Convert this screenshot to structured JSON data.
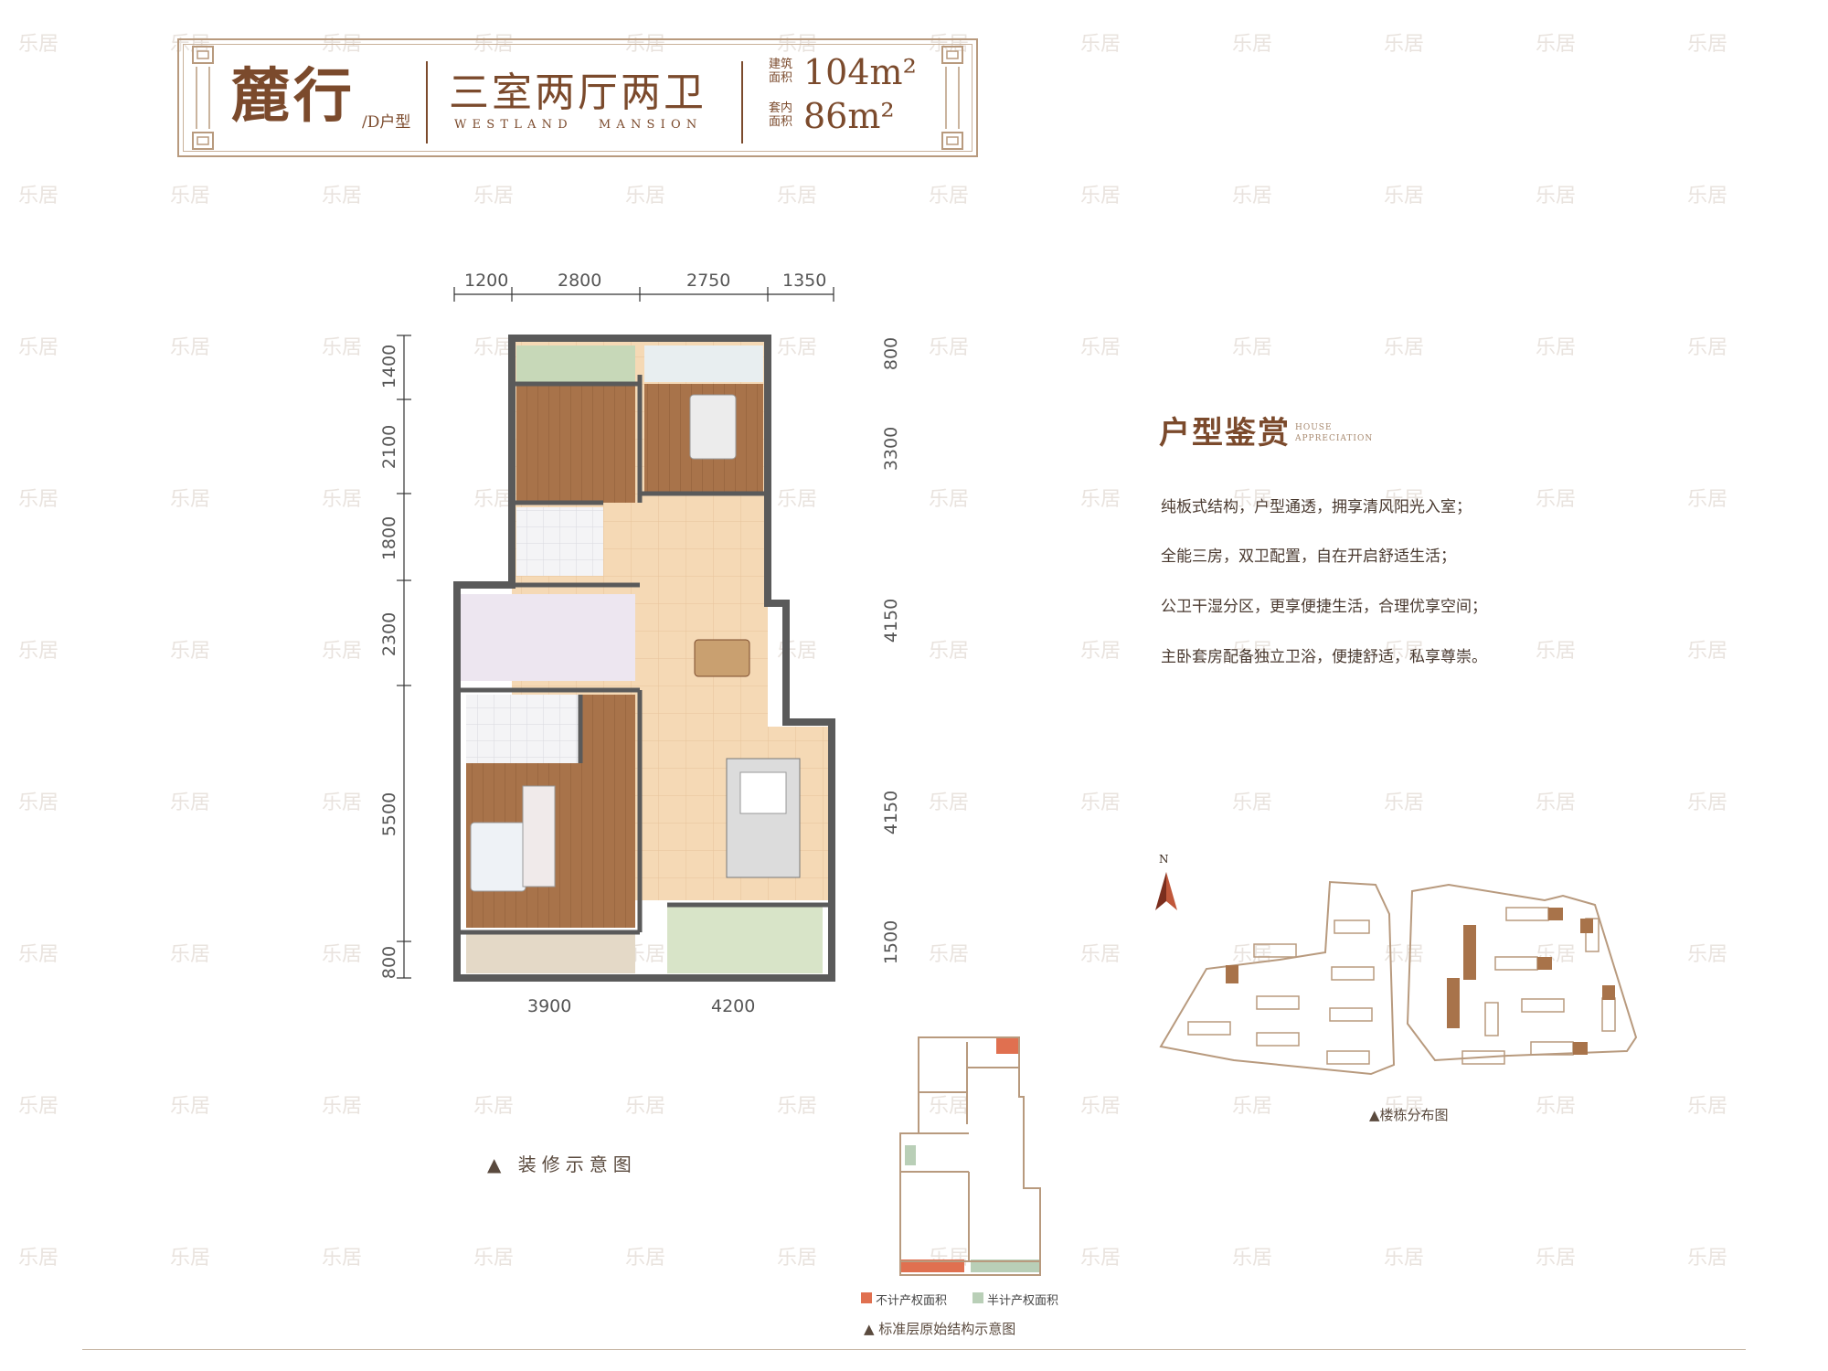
{
  "header": {
    "title": "麓行",
    "subtype": "/D户型",
    "layout": "三室两厅两卫",
    "project_en_1": "WESTLAND",
    "project_en_2": "MANSION",
    "gross_area_label": "建筑面积",
    "gross_area_value": "104m²",
    "net_area_label": "套内面积",
    "net_area_value": "86m²"
  },
  "dimensions": {
    "top": [
      "1200",
      "2800",
      "2750",
      "1350"
    ],
    "bottom": [
      "3900",
      "4200"
    ],
    "left": [
      "1400",
      "2100",
      "1800",
      "2300",
      "5500",
      "800"
    ],
    "right": [
      "800",
      "3300",
      "4150",
      "4150",
      "1500"
    ]
  },
  "appreciation": {
    "title": "户型鉴赏",
    "title_en_1": "HOUSE",
    "title_en_2": "APPRECIATION",
    "features": [
      "纯板式结构，户型通透，拥享清风阳光入室；",
      "全能三房，双卫配置，自在开启舒适生活；",
      "公卫干湿分区，更享便捷生活，合理优享空间；",
      "主卧套房配备独立卫浴，便捷舒适，私享尊崇。"
    ]
  },
  "captions": {
    "decoration": "▲ 装修示意图",
    "site": "▲楼栋分布图",
    "structure": "▲ 标准层原始结构示意图",
    "north": "N"
  },
  "legend": {
    "excluded": "不计产权面积",
    "half": "半计产权面积",
    "excluded_color": "#e07050",
    "half_color": "#b9cfb7"
  },
  "watermark": "乐居",
  "colors": {
    "brand": "#7b4a2c",
    "wood": "#a8734a",
    "tile": "#f4d7b4"
  }
}
